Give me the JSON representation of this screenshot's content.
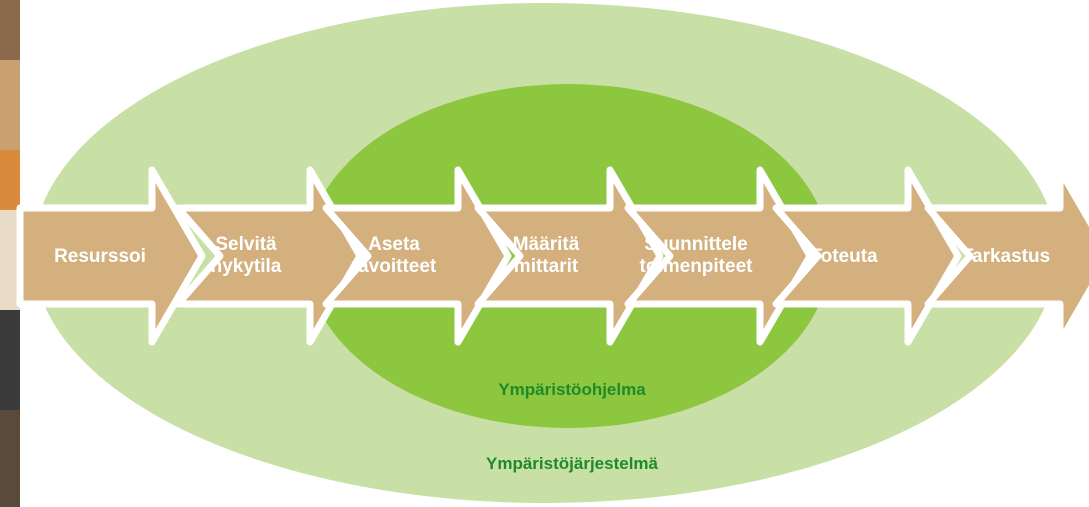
{
  "colors": {
    "outer_ellipse": "#c8e0a6",
    "inner_ellipse": "#8dc63f",
    "arrow_fill": "#d3b07d",
    "arrow_outline": "#ffffff",
    "label_text": "#ffffff",
    "system_label": "#1f8a2a"
  },
  "steps": [
    {
      "lines": [
        "Resurssoi"
      ]
    },
    {
      "lines": [
        "Selvitä",
        "nykytila"
      ]
    },
    {
      "lines": [
        "Aseta",
        "tavoitteet"
      ]
    },
    {
      "lines": [
        "Määritä",
        "mittarit"
      ]
    },
    {
      "lines": [
        "Suunnittele",
        "toimenpiteet"
      ]
    },
    {
      "lines": [
        "Toteuta"
      ]
    },
    {
      "lines": [
        "Tarkastus"
      ]
    }
  ],
  "inner_label": "Ympäristöohjelma",
  "outer_label": "Ympäristöjärjestelmä"
}
